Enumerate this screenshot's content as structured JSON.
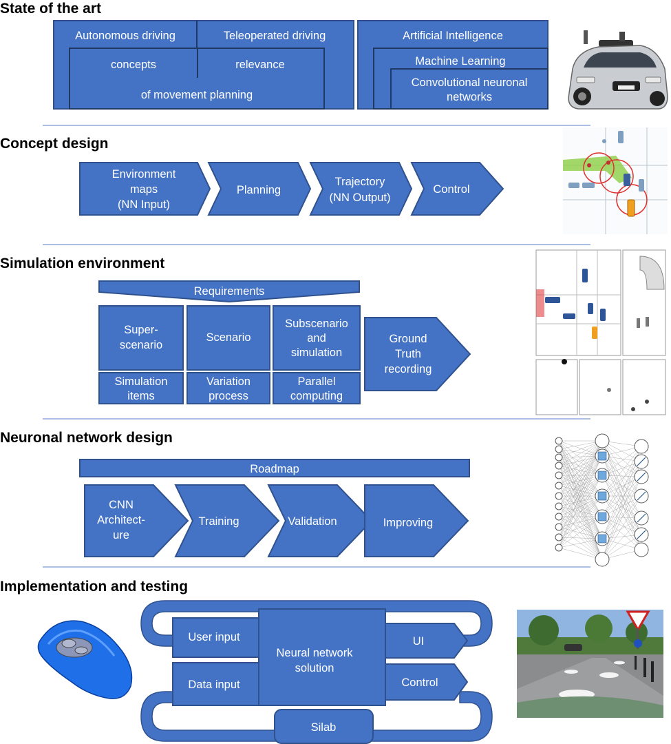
{
  "sections": {
    "state_of_art": {
      "title": "State of the art",
      "autonomous": "Autonomous driving",
      "teleoperated": "Teleoperated driving",
      "concepts": "concepts",
      "relevance": "relevance",
      "movement": "of movement planning",
      "ai": "Artificial Intelligence",
      "ml": "Machine Learning",
      "cnn": [
        "Convolutional neuronal",
        "networks"
      ]
    },
    "concept_design": {
      "title": "Concept design",
      "steps": [
        {
          "lines": [
            "Environment",
            "maps",
            "(NN Input)"
          ]
        },
        {
          "lines": [
            "Planning"
          ]
        },
        {
          "lines": [
            "Trajectory",
            "(NN Output)"
          ]
        },
        {
          "lines": [
            "Control"
          ]
        }
      ]
    },
    "simulation": {
      "title": "Simulation environment",
      "requirements": "Requirements",
      "super": [
        "Super-",
        "scenario"
      ],
      "scenario": "Scenario",
      "subscenario": [
        "Subscenario",
        "and",
        "simulation"
      ],
      "sim_items": [
        "Simulation",
        "items"
      ],
      "variation": [
        "Variation",
        "process"
      ],
      "parallel": [
        "Parallel",
        "computing"
      ],
      "ground_truth": [
        "Ground",
        "Truth",
        "recording"
      ]
    },
    "neural_design": {
      "title": "Neuronal network design",
      "roadmap": "Roadmap",
      "steps": [
        {
          "lines": [
            "CNN",
            "Architect-",
            "ure"
          ]
        },
        {
          "lines": [
            "Training"
          ]
        },
        {
          "lines": [
            "Validation"
          ]
        },
        {
          "lines": [
            "Improving"
          ]
        }
      ]
    },
    "implementation": {
      "title": "Implementation and testing",
      "user_input": "User input",
      "data_input": "Data input",
      "nn_solution": [
        "Neural network",
        "solution"
      ],
      "ui": "UI",
      "control": "Control",
      "silab": "Silab"
    }
  },
  "colors": {
    "box_fill": "#4472C4",
    "box_stroke": "#2F528F",
    "separator": "#8FAADC"
  },
  "icons": [
    "autonomous-car-photo",
    "traffic-scene-diagram",
    "simulation-grid-images",
    "neural-network-graphic",
    "haptic-input-device",
    "driving-simulator-screenshot"
  ]
}
